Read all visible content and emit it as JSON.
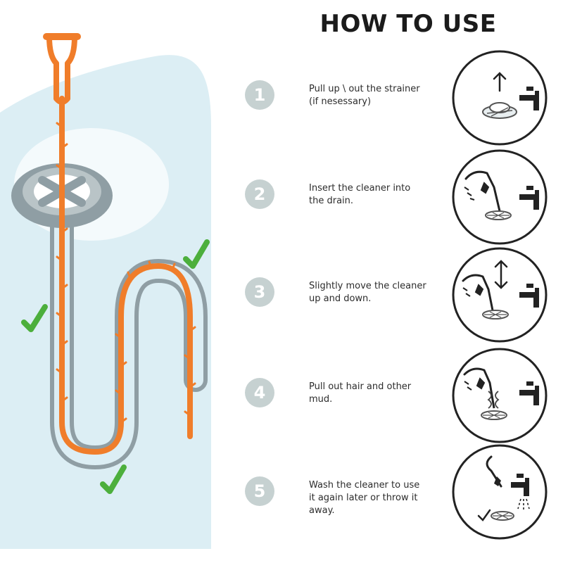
{
  "title": "HOW TO USE",
  "steps": [
    {
      "number": "1",
      "text": "Pull up \\ out the strainer\n(if nesessary)"
    },
    {
      "number": "2",
      "text": "Insert the cleaner into\nthe drain."
    },
    {
      "number": "3",
      "text": "Slightly move the cleaner\nup and down."
    },
    {
      "number": "4",
      "text": "Pull out hair and other\nmud."
    },
    {
      "number": "5",
      "text": "Wash the cleaner to use\nit again later or throw it\naway."
    }
  ],
  "colors": {
    "cleaner": "#f07d2a",
    "pipe": "#8f9ea4",
    "water": "#dceef4",
    "check": "#4caf3c",
    "number_circle": "#c6d1d1"
  }
}
